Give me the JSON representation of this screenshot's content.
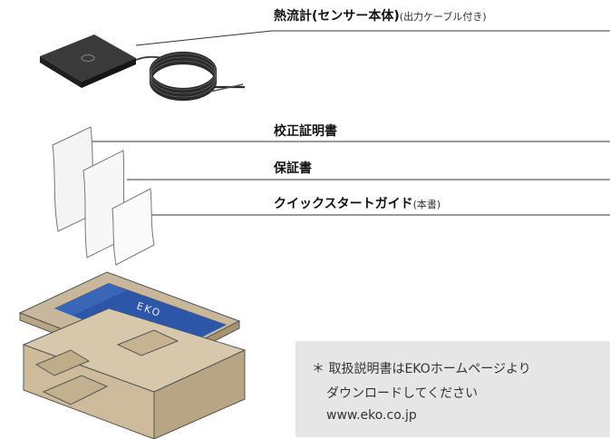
{
  "items": [
    {
      "main": "熱流計(センサー本体)",
      "sub": "(出力ケーブル付き)"
    },
    {
      "main": "校正証明書",
      "sub": ""
    },
    {
      "main": "保証書",
      "sub": ""
    },
    {
      "main": "クイックスタートガイド",
      "sub": "(本書)"
    }
  ],
  "box_logo": "EKO",
  "note": {
    "line1": "＊ 取扱説明書はEKOホームページより",
    "line2": "ダウンロードしてください",
    "line3": "www.eko.co.jp"
  },
  "colors": {
    "box_cardboard": "#c8b79a",
    "box_lid_print": "#2c56a8",
    "sensor_body": "#2e2e2e",
    "note_background": "#e6e6e6"
  }
}
